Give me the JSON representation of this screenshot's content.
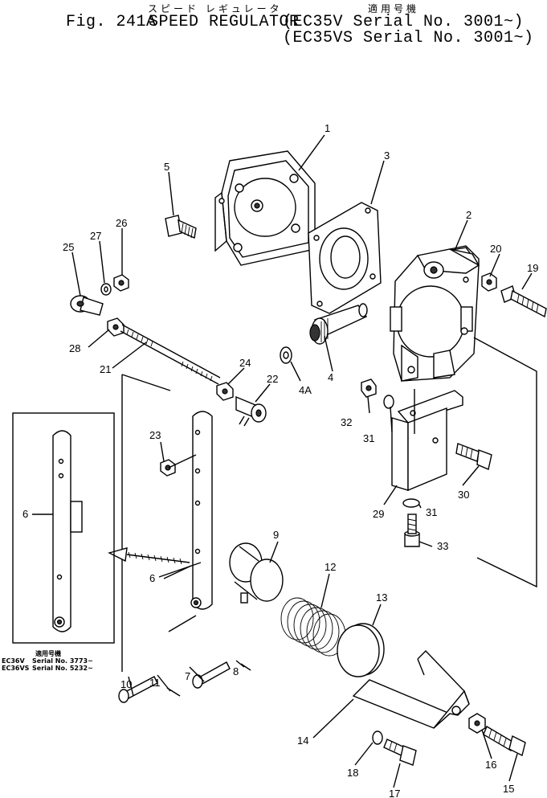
{
  "header": {
    "fig_label": "Fig. 241A",
    "title_jp": "スピード レギュレータ",
    "title_en": "SPEED REGULATOR",
    "applicable_jp": "適用号機",
    "line1": "(EC35V  Serial No. 3001~)",
    "line2": "(EC35VS Serial No. 3001~)"
  },
  "parts": {
    "p1": "1",
    "p2": "2",
    "p3": "3",
    "p4": "4",
    "p4a": "4A",
    "p5": "5",
    "p6a": "6",
    "p6b": "6",
    "p7": "7",
    "p8": "8",
    "p9": "9",
    "p10": "10",
    "p11": "11",
    "p12": "12",
    "p13": "13",
    "p14": "14",
    "p15": "15",
    "p16": "16",
    "p17": "17",
    "p18": "18",
    "p19": "19",
    "p20": "20",
    "p21": "21",
    "p22": "22",
    "p23": "23",
    "p24": "24",
    "p25": "25",
    "p26": "26",
    "p27": "27",
    "p28": "28",
    "p29": "29",
    "p30": "30",
    "p31a": "31",
    "p31b": "31",
    "p32": "32",
    "p33": "33"
  },
  "inset": {
    "applicable_jp": "適用号機",
    "row1_model": "EC36V",
    "row1_serial": "Serial No. 3773~",
    "row2_model": "EC36VS",
    "row2_serial": "Serial No. 5232~"
  }
}
